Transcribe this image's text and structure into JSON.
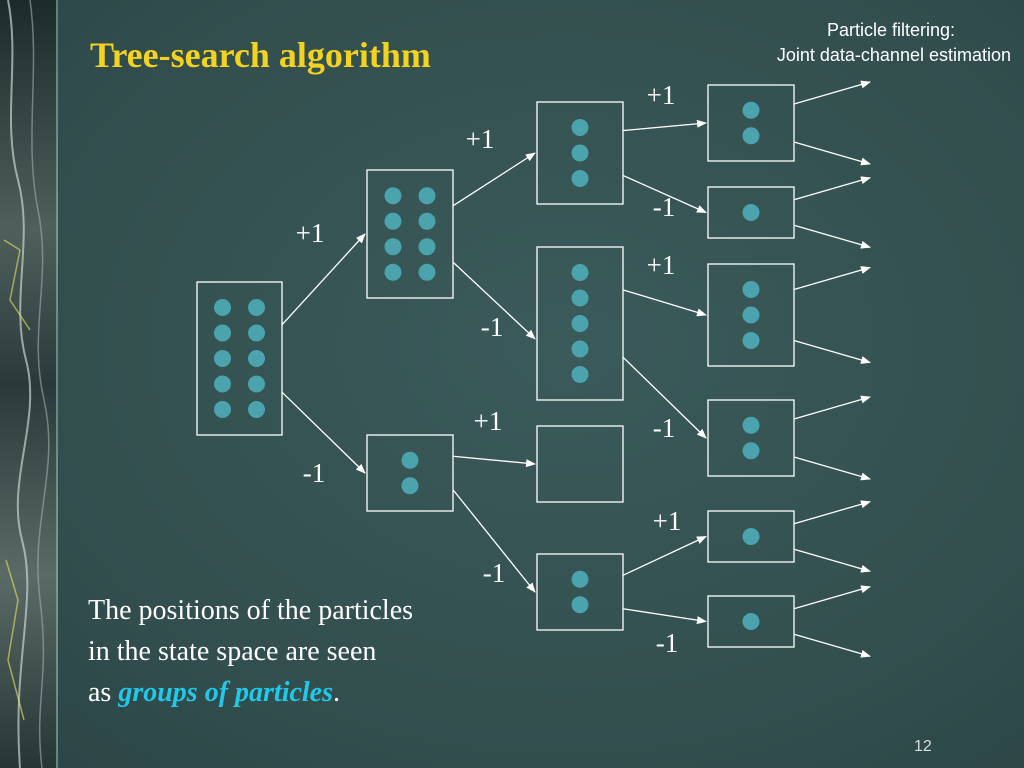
{
  "title": "Tree-search algorithm",
  "subtitle": {
    "line1": "Particle filtering:",
    "line2": "Joint data-channel estimation"
  },
  "caption": {
    "line1": "The positions of the particles",
    "line2": "in the state space are seen",
    "line3_prefix": "as ",
    "emphasis": "groups of particles",
    "line3_suffix": "."
  },
  "page_number": "12",
  "colors": {
    "title": "#f4d220",
    "particle": "#4aa3ad",
    "emphasis": "#22c8e8",
    "lines": "#ffffff"
  },
  "tree": {
    "nodes": [
      {
        "id": "root",
        "level": 0,
        "particles": 10
      },
      {
        "id": "n1_plus",
        "level": 1,
        "particles": 8
      },
      {
        "id": "n1_minus",
        "level": 1,
        "particles": 2
      },
      {
        "id": "n2_pp",
        "level": 2,
        "particles": 3
      },
      {
        "id": "n2_pm",
        "level": 2,
        "particles": 5
      },
      {
        "id": "n2_mp",
        "level": 2,
        "particles": 0
      },
      {
        "id": "n2_mm",
        "level": 2,
        "particles": 2
      },
      {
        "id": "n3_ppp",
        "level": 3,
        "particles": 2
      },
      {
        "id": "n3_ppm",
        "level": 3,
        "particles": 1
      },
      {
        "id": "n3_pmp",
        "level": 3,
        "particles": 3
      },
      {
        "id": "n3_pmm",
        "level": 3,
        "particles": 2
      },
      {
        "id": "n3_mmp",
        "level": 3,
        "particles": 1
      },
      {
        "id": "n3_mmm",
        "level": 3,
        "particles": 1
      }
    ],
    "edges": [
      {
        "from": "root",
        "to": "n1_plus",
        "label": "+1"
      },
      {
        "from": "root",
        "to": "n1_minus",
        "label": "-1"
      },
      {
        "from": "n1_plus",
        "to": "n2_pp",
        "label": "+1"
      },
      {
        "from": "n1_plus",
        "to": "n2_pm",
        "label": "-1"
      },
      {
        "from": "n1_minus",
        "to": "n2_mp",
        "label": "+1"
      },
      {
        "from": "n1_minus",
        "to": "n2_mm",
        "label": "-1"
      },
      {
        "from": "n2_pp",
        "to": "n3_ppp",
        "label": "+1"
      },
      {
        "from": "n2_pp",
        "to": "n3_ppm",
        "label": "-1"
      },
      {
        "from": "n2_pm",
        "to": "n3_pmp",
        "label": "+1"
      },
      {
        "from": "n2_pm",
        "to": "n3_pmm",
        "label": "-1"
      },
      {
        "from": "n2_mm",
        "to": "n3_mmp",
        "label": "+1"
      },
      {
        "from": "n2_mm",
        "to": "n3_mmm",
        "label": "-1"
      }
    ]
  }
}
